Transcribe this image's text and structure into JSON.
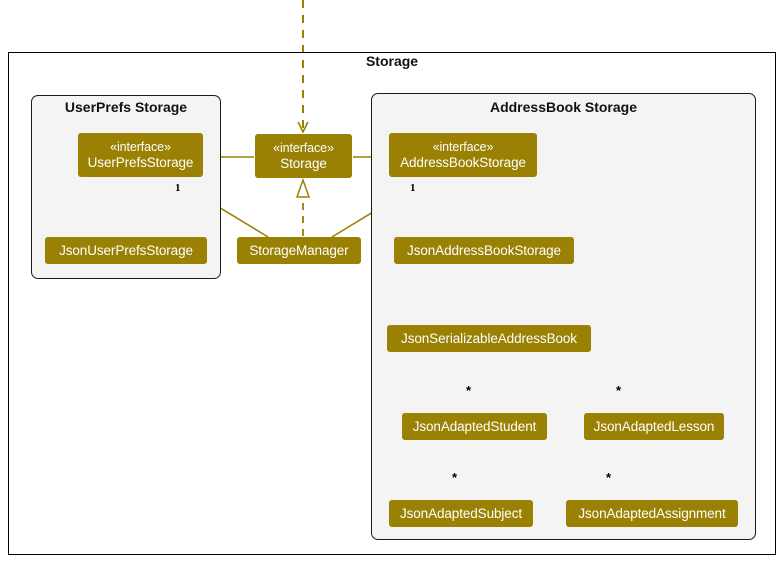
{
  "diagram": {
    "title": "Storage",
    "accent_color": "#9a8003",
    "package_bg": "#f4f4f4",
    "page_bg": "#ffffff",
    "border_color": "#000000"
  },
  "frames": {
    "outer": {
      "label": "Storage"
    },
    "userprefs_package": {
      "label": "UserPrefs Storage"
    },
    "addressbook_package": {
      "label": "AddressBook Storage"
    }
  },
  "classes": {
    "user_prefs_storage": {
      "stereotype": "«interface»",
      "name": "UserPrefsStorage"
    },
    "storage": {
      "stereotype": "«interface»",
      "name": "Storage"
    },
    "address_book_storage": {
      "stereotype": "«interface»",
      "name": "AddressBookStorage"
    },
    "json_user_prefs_storage": {
      "name": "JsonUserPrefsStorage"
    },
    "storage_manager": {
      "name": "StorageManager"
    },
    "json_address_book_storage": {
      "name": "JsonAddressBookStorage"
    },
    "json_serializable_address_book": {
      "name": "JsonSerializableAddressBook"
    },
    "json_adapted_student": {
      "name": "JsonAdaptedStudent"
    },
    "json_adapted_lesson": {
      "name": "JsonAdaptedLesson"
    },
    "json_adapted_subject": {
      "name": "JsonAdaptedSubject"
    },
    "json_adapted_assignment": {
      "name": "JsonAdaptedAssignment"
    }
  },
  "multiplicities": {
    "userprefs_one": "1",
    "addressbook_one": "1",
    "student_star": "*",
    "lesson_star": "*",
    "subject_star": "*",
    "assignment_star": "*"
  }
}
